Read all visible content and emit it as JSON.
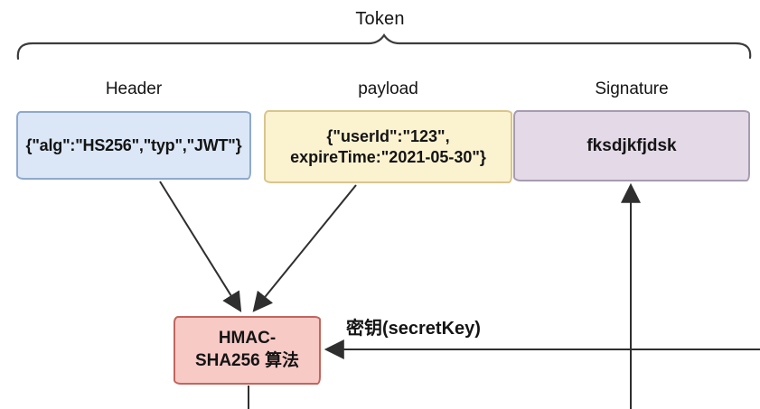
{
  "diagram": {
    "title": "Token",
    "header": {
      "label": "Header",
      "content": "{\"alg\":\"HS256\",\"typ\",\"JWT\"}",
      "fill": "#dbe7f6",
      "border": "#8fa9cc"
    },
    "payload": {
      "label": "payload",
      "content": "{\"userId\":\"123\",\nexpireTime:\"2021-05-30\"}",
      "fill": "#fbf2d0",
      "border": "#d9c58c"
    },
    "signature": {
      "label": "Signature",
      "content": "fksdjkfjdsk",
      "fill": "#e3d9e7",
      "border": "#a79bb0"
    },
    "hmac": {
      "content": "HMAC-\nSHA256 算法",
      "fill": "#f8cac6",
      "border": "#c2655e"
    },
    "secret_key": {
      "label": "密钥(secretKey)"
    },
    "line_color": "#2f2f2f",
    "brace_color": "#3c3c3c"
  }
}
